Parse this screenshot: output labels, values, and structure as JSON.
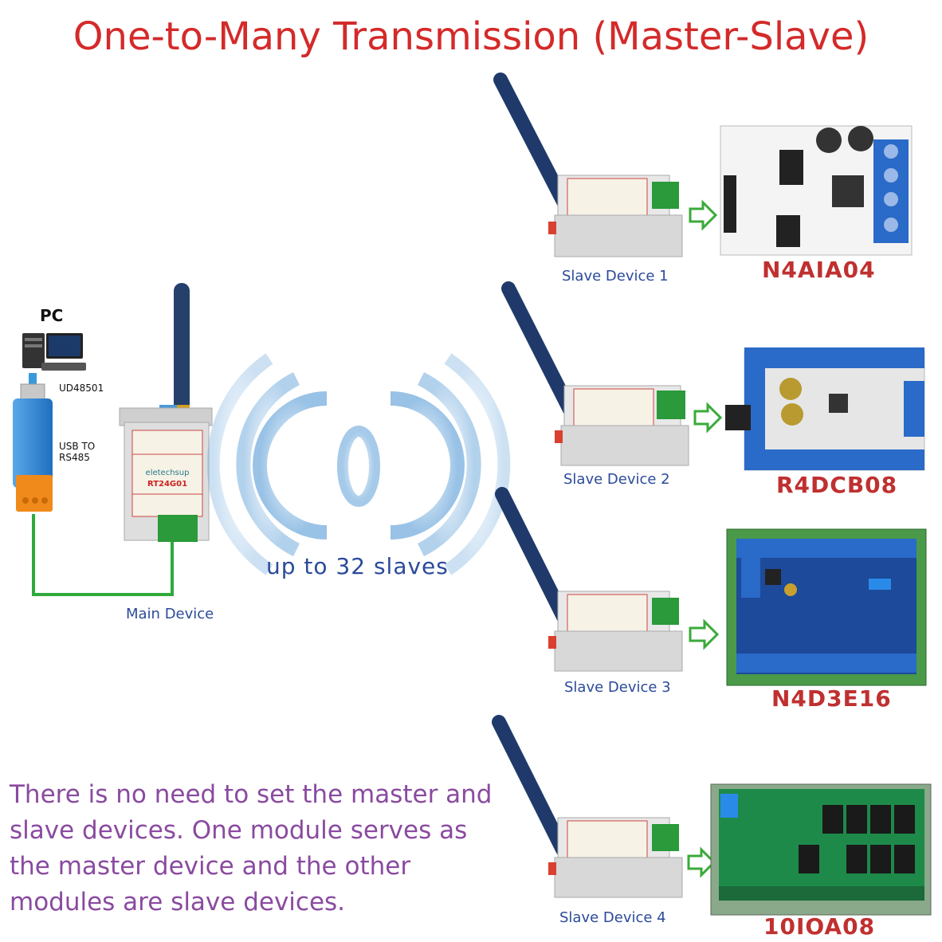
{
  "title": "One-to-Many Transmission (Master-Slave)",
  "pc": {
    "label": "PC",
    "adapter_model": "UD48501",
    "adapter_desc": "USB TO RS485"
  },
  "main_device": {
    "label": "Main Device",
    "model_text": "RT24G01",
    "brand_text": "eletechsup"
  },
  "wireless": {
    "caption": "up to 32 slaves"
  },
  "slaves": [
    {
      "label": "Slave Device 1",
      "module": "N4AIA04"
    },
    {
      "label": "Slave Device 2",
      "module": "R4DCB08"
    },
    {
      "label": "Slave Device 3",
      "module": "N4D3E16"
    },
    {
      "label": "Slave Device 4",
      "module": "10IOA08"
    }
  ],
  "note": "There is no need to set the master and slave devices. One module serves as the master device and the other modules are slave devices.",
  "colors": {
    "title": "#d42a2a",
    "label_blue": "#2b4a9a",
    "module_red": "#c03030",
    "note_purple": "#8a4aa0",
    "wire_green": "#2faa3a",
    "arrow_green": "#3aaa3a"
  }
}
